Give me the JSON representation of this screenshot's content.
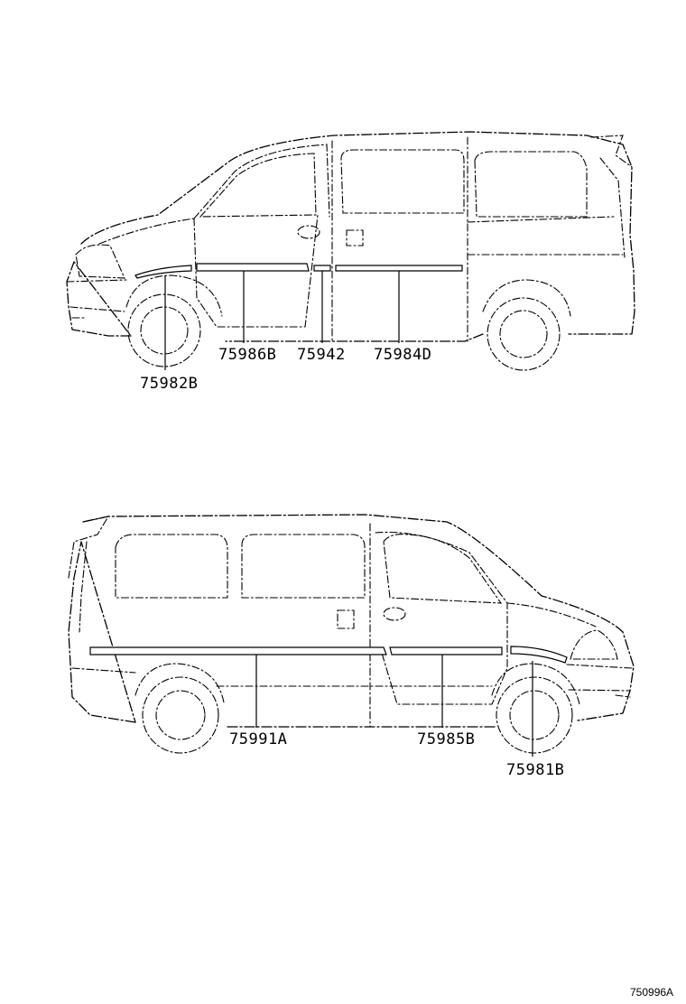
{
  "top_view": {
    "callouts": [
      {
        "id": "upper-front-fender",
        "label": "75982B"
      },
      {
        "id": "upper-front-door",
        "label": "75986B"
      },
      {
        "id": "upper-door-gap",
        "label": "75942"
      },
      {
        "id": "upper-slide-door",
        "label": "75984D"
      }
    ]
  },
  "bottom_view": {
    "callouts": [
      {
        "id": "lower-rear-side",
        "label": "75991A"
      },
      {
        "id": "lower-front-door",
        "label": "75985B"
      },
      {
        "id": "lower-front-fender",
        "label": "75981B"
      }
    ]
  },
  "figure_ref": "750996A"
}
